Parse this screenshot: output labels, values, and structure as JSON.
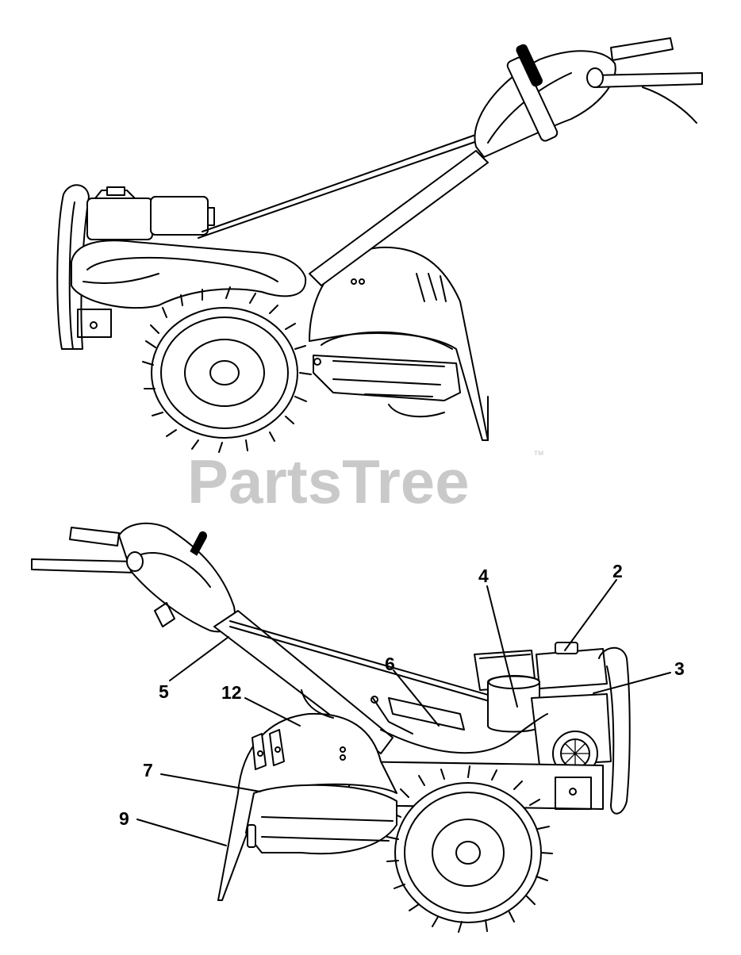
{
  "watermark": {
    "text": "PartsTree",
    "trademark": "™"
  },
  "callouts": [
    {
      "id": "2",
      "label": "2"
    },
    {
      "id": "3",
      "label": "3"
    },
    {
      "id": "4",
      "label": "4"
    },
    {
      "id": "5",
      "label": "5"
    },
    {
      "id": "6",
      "label": "6"
    },
    {
      "id": "7",
      "label": "7"
    },
    {
      "id": "9",
      "label": "9"
    },
    {
      "id": "12",
      "label": "12"
    }
  ]
}
